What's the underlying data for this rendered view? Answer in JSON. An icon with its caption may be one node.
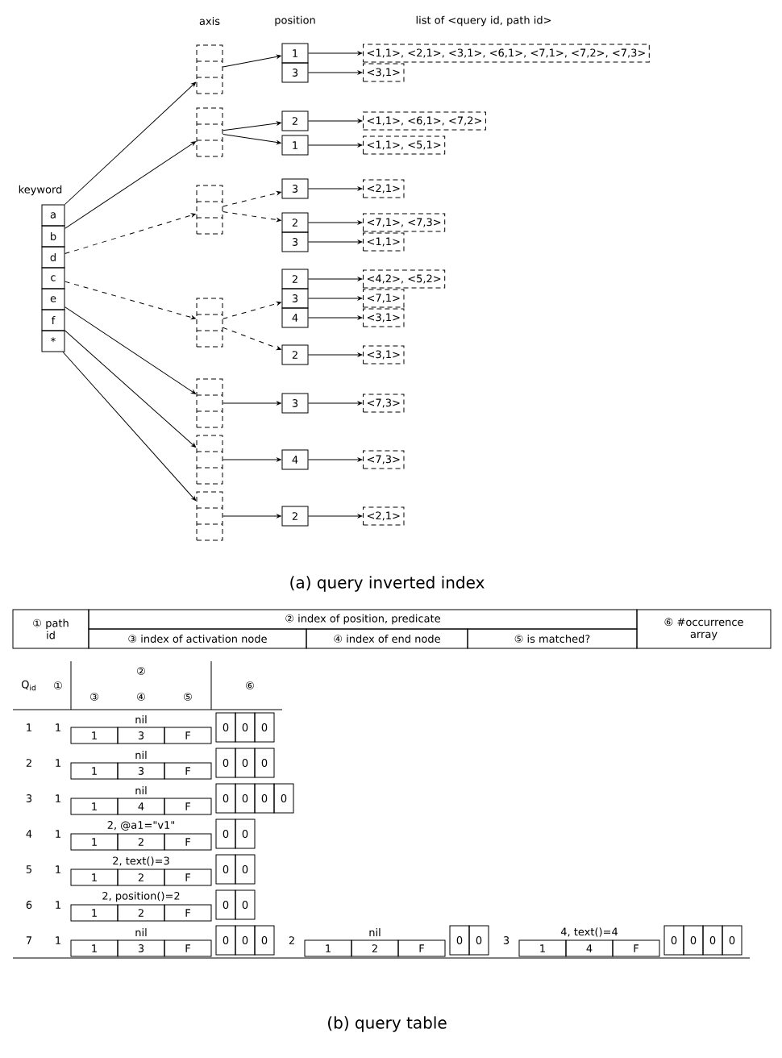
{
  "diagram": {
    "nodes": [
      {
        "text": [
          "a"
        ]
      },
      {
        "text": [
          "b"
        ]
      },
      {
        "text": [
          "d"
        ]
      },
      {
        "text": [
          "c"
        ]
      },
      {
        "text": [
          "e"
        ]
      },
      {
        "text": [
          "f"
        ]
      },
      {
        "text": [
          "*"
        ]
      },
      {
        "text": [],
        "shape": "box"
      },
      {
        "text": [],
        "shape": "box"
      },
      {
        "text": [],
        "shape": "box"
      },
      {
        "text": [],
        "shape": "box"
      },
      {
        "text": [],
        "shape": "box"
      },
      {
        "text": [],
        "shape": "box"
      },
      {
        "text": [],
        "shape": "box"
      },
      {
        "text": [
          "1"
        ]
      },
      {
        "text": [
          "3"
        ]
      },
      {
        "text": [
          "2"
        ]
      },
      {
        "text": [
          "1"
        ]
      },
      {
        "text": [
          "3"
        ]
      },
      {
        "text": [
          "2"
        ]
      },
      {
        "text": [
          "3"
        ]
      },
      {
        "text": [
          "2"
        ]
      },
      {
        "text": [
          "3"
        ]
      },
      {
        "text": [
          "4"
        ]
      },
      {
        "text": [
          "2"
        ]
      },
      {
        "text": [
          "3"
        ]
      },
      {
        "text": [
          "4"
        ]
      },
      {
        "text": [
          "2"
        ]
      },
      {
        "text": [
          "<1,1>, <2,1>, <3,1>, <6,1>, <7,1>, <7,2>, <7,3>"
        ]
      },
      {
        "text": [
          "<3,1>"
        ]
      },
      {
        "text": [
          "<1,1>, <6,1>, <7,2>"
        ]
      },
      {
        "text": [
          "<1,1>, <5,1>"
        ]
      },
      {
        "text": [
          "<2,1>"
        ]
      },
      {
        "text": [
          "<7,1>, <7,3>"
        ]
      },
      {
        "text": [
          "<1,1>"
        ]
      },
      {
        "text": [
          "<4,2>, <5,2>"
        ]
      },
      {
        "text": [
          "<7,1>"
        ]
      },
      {
        "text": [
          "<3,1>"
        ]
      },
      {
        "text": [
          "<3,1>"
        ]
      },
      {
        "text": [
          "<7,3>"
        ]
      },
      {
        "text": [
          "<7,3>"
        ]
      },
      {
        "text": [
          "<2,1>"
        ]
      }
    ],
    "edges": [
      {
        "from": 0,
        "to": 7,
        "arrow": "to"
      },
      {
        "from": 1,
        "to": 8,
        "arrow": "to"
      },
      {
        "from": 2,
        "to": 9,
        "arrow": "to",
        "style": "dashed"
      },
      {
        "from": 3,
        "to": 10,
        "arrow": "to",
        "style": "dashed"
      },
      {
        "from": 4,
        "to": 11,
        "arrow": "to"
      },
      {
        "from": 5,
        "to": 12,
        "arrow": "to"
      },
      {
        "from": 6,
        "to": 13,
        "arrow": "to"
      },
      {
        "from": 7,
        "to": 14,
        "arrow": "to"
      },
      {
        "from": 8,
        "to": 16,
        "arrow": "to"
      },
      {
        "from": 8,
        "to": 17,
        "arrow": "to"
      },
      {
        "from": 9,
        "to": 18,
        "arrow": "to",
        "style": "dashed"
      },
      {
        "from": 9,
        "to": 19,
        "arrow": "to",
        "style": "dashed"
      },
      {
        "from": 10,
        "to": 22,
        "arrow": "to",
        "style": "dashed"
      },
      {
        "from": 10,
        "to": 24,
        "arrow": "to",
        "style": "dashed"
      },
      {
        "from": 11,
        "to": 25,
        "arrow": "to"
      },
      {
        "from": 12,
        "to": 26,
        "arrow": "to"
      },
      {
        "from": 13,
        "to": 27,
        "arrow": "to"
      },
      {
        "from": 14,
        "to": 28,
        "arrow": "to"
      },
      {
        "from": 15,
        "to": 29,
        "arrow": "to"
      },
      {
        "from": 16,
        "to": 30,
        "arrow": "to"
      },
      {
        "from": 17,
        "to": 31,
        "arrow": "to"
      },
      {
        "from": 18,
        "to": 32,
        "arrow": "to"
      },
      {
        "from": 19,
        "to": 33,
        "arrow": "to"
      },
      {
        "from": 20,
        "to": 34,
        "arrow": "to"
      },
      {
        "from": 21,
        "to": 35,
        "arrow": "to"
      },
      {
        "from": 22,
        "to": 36,
        "arrow": "to"
      },
      {
        "from": 23,
        "to": 37,
        "arrow": "to"
      },
      {
        "from": 24,
        "to": 38,
        "arrow": "to"
      },
      {
        "from": 25,
        "to": 39,
        "arrow": "to"
      },
      {
        "from": 26,
        "to": 40,
        "arrow": "to"
      },
      {
        "from": 27,
        "to": 41,
        "arrow": "to"
      }
    ],
    "labels": [
      "axis",
      "position",
      "list of <query id, path id>",
      "keyword",
      "(a) query inverted index",
      "① path id",
      "② index of position, predicate",
      "⑥ #occurrence array",
      "③ index of activation node",
      "④ index of end node",
      "⑤ is matched?",
      "Q$_{id}$",
      "①",
      "②",
      "⑥",
      "③",
      "④",
      "⑤",
      "1",
      "1",
      "nil",
      "1",
      "3",
      "F",
      "0",
      "0",
      "0",
      "2",
      "1",
      "nil",
      "1",
      "3",
      "F",
      "0",
      "0",
      "0",
      "3",
      "1",
      "nil",
      "1",
      "4",
      "F",
      "0",
      "0",
      "0",
      "0",
      "4",
      "1",
      "2, @a1=\"v1\"",
      "1",
      "2",
      "F",
      "0",
      "0",
      "5",
      "1",
      "2, text()=3",
      "1",
      "2",
      "F",
      "0",
      "0",
      "6",
      "1",
      "2, position()=2",
      "1",
      "2",
      "F",
      "0",
      "0",
      "7",
      "1",
      "nil",
      "1",
      "3",
      "F",
      "0",
      "0",
      "0",
      "2",
      "nil",
      "1",
      "2",
      "F",
      "0",
      "0",
      "3",
      "4, text()=4",
      "1",
      "4",
      "F",
      "0",
      "0",
      "0",
      "0",
      "(b) query table"
    ]
  }
}
